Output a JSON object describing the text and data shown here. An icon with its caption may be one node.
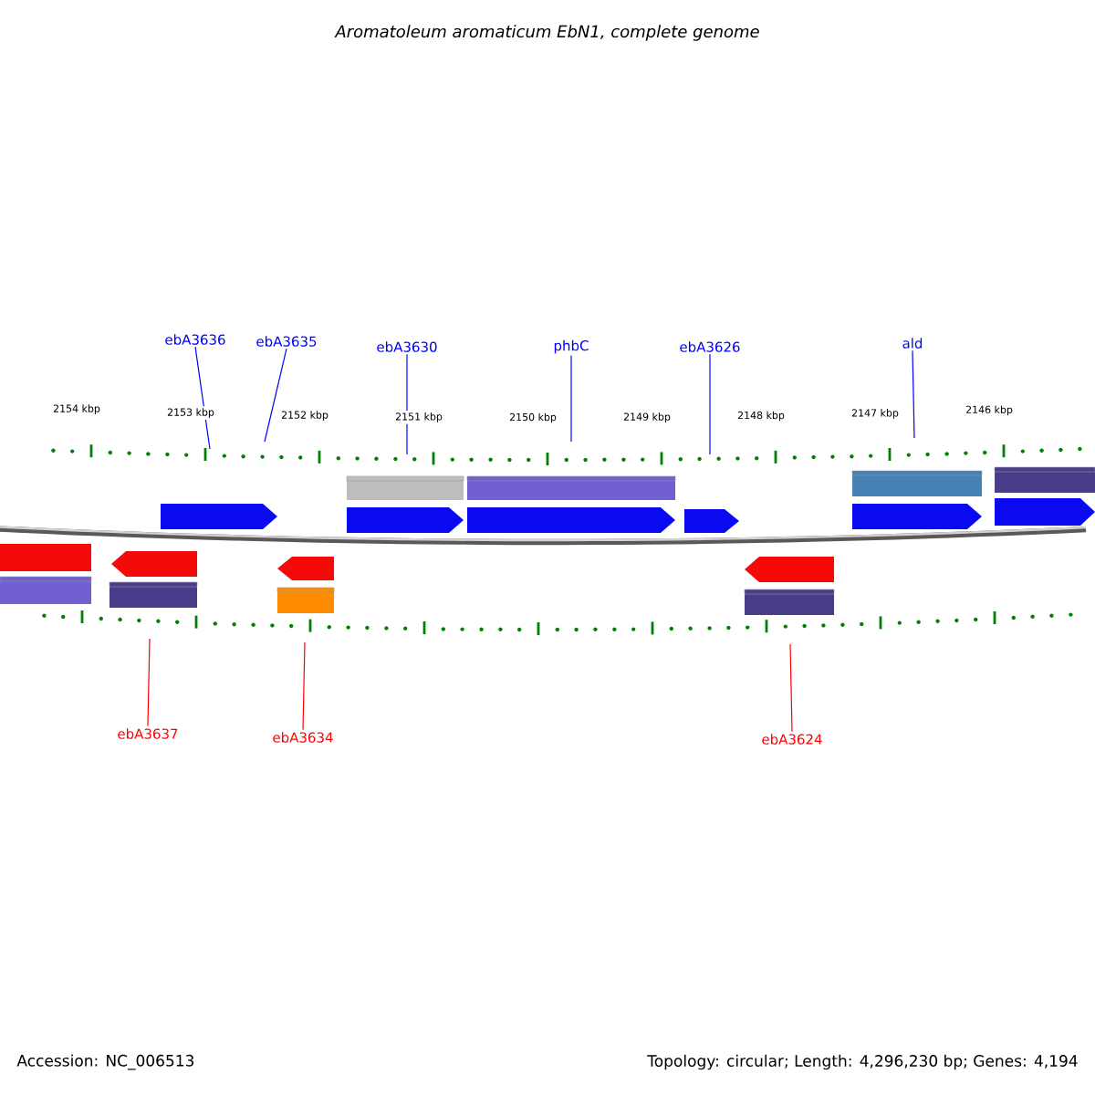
{
  "diagram": {
    "title": "*Aromatoleum aromaticum* EbN1, complete genome",
    "nodes": [
      {
        "text": [
          "ebA3636"
        ]
      },
      {
        "text": [
          "ebA3635"
        ]
      },
      {
        "text": [
          "ebA3630"
        ]
      },
      {
        "text": [
          "phbC"
        ]
      },
      {
        "text": [
          "ebA3626"
        ]
      },
      {
        "text": [
          "ald"
        ]
      },
      {
        "text": [
          "ebA3637"
        ]
      },
      {
        "text": [
          "ebA3634"
        ]
      },
      {
        "text": [
          "ebA3624"
        ]
      }
    ],
    "edges": [
      {
        "from": 0,
        "to": null,
        "arrow": "none"
      },
      {
        "from": 1,
        "to": null,
        "arrow": "none"
      },
      {
        "from": 2,
        "to": null,
        "arrow": "none"
      },
      {
        "from": 3,
        "to": null,
        "arrow": "none"
      },
      {
        "from": 4,
        "to": null,
        "arrow": "none"
      },
      {
        "from": 5,
        "to": null,
        "arrow": "none"
      },
      {
        "from": 6,
        "to": null,
        "arrow": "none",
        "color": "#ff0000"
      },
      {
        "from": 7,
        "to": null,
        "arrow": "none",
        "color": "#ff0000"
      },
      {
        "from": 8,
        "to": null,
        "arrow": "none",
        "color": "#ff0000"
      }
    ],
    "labels": [
      "2154 kbp",
      "2153 kbp",
      "2152 kbp",
      "2151 kbp",
      "2150 kbp",
      "2149 kbp",
      "2148 kbp",
      "2147 kbp",
      "2146 kbp",
      "Accession: NC_006513",
      "Topology: circular; Length: 4,296,230 bp; Genes: 4,194"
    ]
  }
}
